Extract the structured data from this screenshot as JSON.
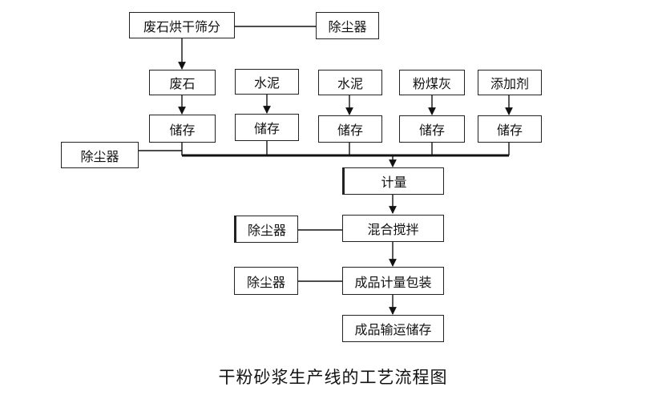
{
  "diagram": {
    "title": "干粉砂浆生产线的工艺流程图",
    "top_row": {
      "dryer": "废石烘干筛分",
      "dust_collector_top": "除尘器"
    },
    "materials": [
      {
        "name": "废石",
        "storage": "储存"
      },
      {
        "name": "水泥",
        "storage": "储存"
      },
      {
        "name": "水泥",
        "storage": "储存"
      },
      {
        "name": "粉煤灰",
        "storage": "储存"
      },
      {
        "name": "添加剂",
        "storage": "储存"
      }
    ],
    "dust_collector_left": "除尘器",
    "process": {
      "metering": "计量",
      "mixing": "混合搅拌",
      "mixing_dust": "除尘器",
      "packing": "成品计量包装",
      "packing_dust": "除尘器",
      "output": "成品输运储存"
    }
  }
}
